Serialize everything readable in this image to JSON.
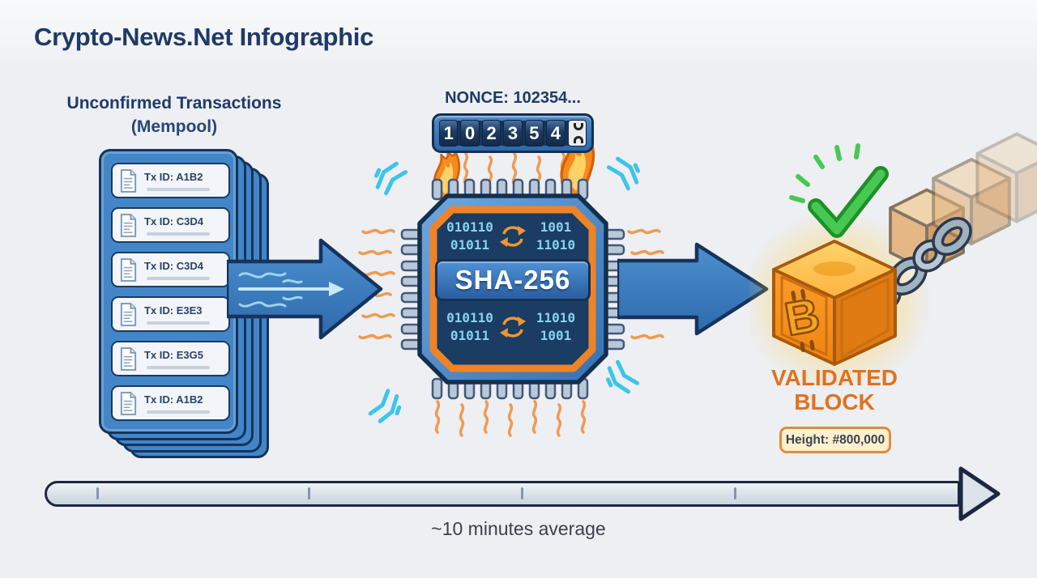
{
  "title": "Crypto-News.Net Infographic",
  "mempool": {
    "heading": "Unconfirmed Transactions",
    "subheading": "(Mempool)",
    "transactions": [
      "Tx ID: A1B2",
      "Tx ID: C3D4",
      "Tx ID: C3D4",
      "Tx ID: E3E3",
      "Tx ID: E3G5",
      "Tx ID: A1B2"
    ]
  },
  "nonce": {
    "label": "NONCE: 102354...",
    "value": "102354"
  },
  "chip": {
    "label": "SHA-256",
    "panels": [
      {
        "left": [
          "010110",
          "01011"
        ],
        "right": [
          "1001",
          "11010"
        ]
      },
      {
        "left": [
          "010110",
          "01011"
        ],
        "right": [
          "11010",
          "1001"
        ]
      }
    ]
  },
  "validated_block": {
    "line1": "VALIDATED",
    "line2": "BLOCK",
    "height": "Height: #800,000"
  },
  "timeline": {
    "caption": "~10 minutes average"
  },
  "colors": {
    "background": "#edeff3",
    "navy": "#1f3a66",
    "card_blue": "#4286c8",
    "arrow_blue": "#3579bc",
    "heat_orange": "#ef8c33",
    "accent_orange": "#e2711d",
    "badge_bg": "#fdf0cd",
    "check_green": "#3fbf4a",
    "spark_cyan": "#3cc5e9",
    "binary_blue": "#86d2f0"
  }
}
